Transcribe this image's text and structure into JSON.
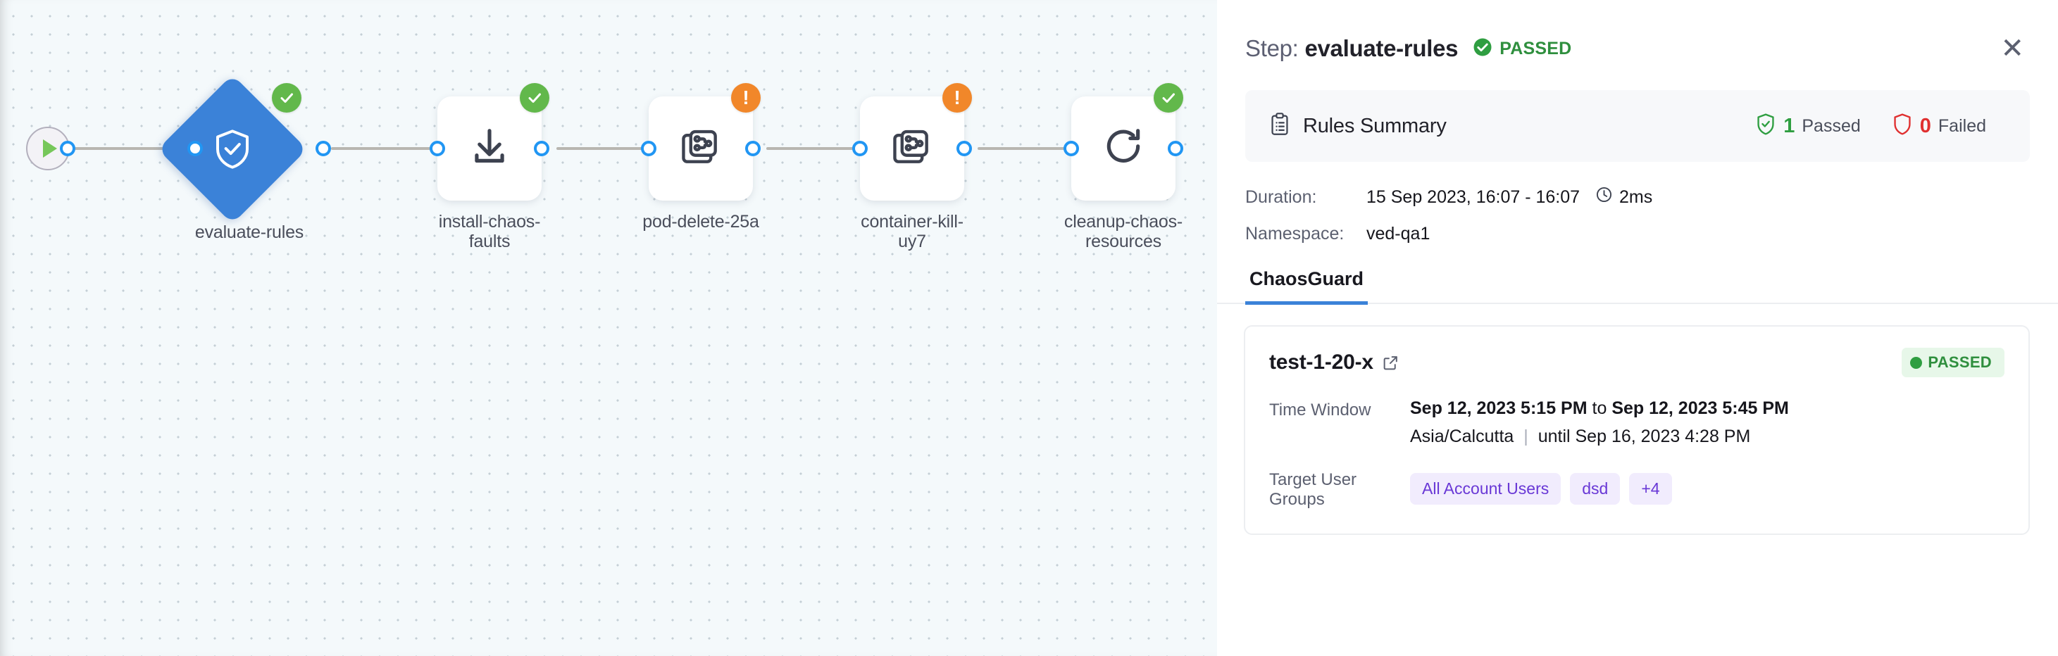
{
  "canvas": {
    "start_node": {
      "icon": "play-icon"
    },
    "nodes": [
      {
        "id": "evaluate-rules",
        "label": "evaluate-rules",
        "shape": "diamond",
        "icon": "shield-check-icon",
        "status": "success",
        "status_icon": "check-circle-icon"
      },
      {
        "id": "install-chaos-faults",
        "label": "install-chaos-faults",
        "shape": "box",
        "icon": "download-icon",
        "status": "success",
        "status_icon": "check-circle-icon"
      },
      {
        "id": "pod-delete-25a",
        "label": "pod-delete-25a",
        "shape": "box",
        "icon": "chaos-fault-icon",
        "status": "warning",
        "status_icon": "exclamation-circle-icon"
      },
      {
        "id": "container-kill-uy7",
        "label": "container-kill-uy7",
        "shape": "box",
        "icon": "chaos-fault-icon",
        "status": "warning",
        "status_icon": "exclamation-circle-icon"
      },
      {
        "id": "cleanup-chaos-resources",
        "label": "cleanup-chaos-resources",
        "shape": "box",
        "icon": "refresh-icon",
        "status": "success",
        "status_icon": "check-circle-icon"
      }
    ]
  },
  "panel": {
    "header": {
      "step_label": "Step:",
      "step_name": "evaluate-rules",
      "status": "PASSED",
      "status_icon": "check-circle-icon",
      "close_icon": "close-icon",
      "close_glyph": "✕"
    },
    "rules_summary": {
      "icon": "clipboard-list-icon",
      "title": "Rules Summary",
      "passed_count": "1",
      "passed_label": "Passed",
      "passed_icon": "shield-check-icon",
      "failed_count": "0",
      "failed_label": "Failed",
      "failed_icon": "shield-cross-icon"
    },
    "meta": [
      {
        "key": "Duration:",
        "value": "15 Sep 2023, 16:07 - 16:07",
        "duration_icon": "clock-icon",
        "duration": "2ms"
      },
      {
        "key": "Namespace:",
        "value": "ved-qa1"
      }
    ],
    "tabs": [
      {
        "label": "ChaosGuard",
        "active": true
      }
    ],
    "result_card": {
      "name": "test-1-20-x",
      "external_link_icon": "external-link-icon",
      "status": "PASSED",
      "status_dot_color": "#2f9e41",
      "rows": [
        {
          "key": "Time Window",
          "start": "Sep 12, 2023 5:15 PM",
          "joiner": "to",
          "end": "Sep 12, 2023 5:45 PM",
          "timezone": "Asia/Calcutta",
          "until": "until Sep 16, 2023 4:28 PM"
        },
        {
          "key": "Target User Groups",
          "chips": [
            "All Account Users",
            "dsd",
            "+4"
          ]
        }
      ]
    }
  },
  "colors": {
    "accent_blue": "#3b82d8",
    "success_green": "#2f9e41",
    "warning_orange": "#f1872a",
    "danger_red": "#e03030",
    "chip_purple": "#6938d6",
    "canvas_bg": "#f4f9fb"
  }
}
